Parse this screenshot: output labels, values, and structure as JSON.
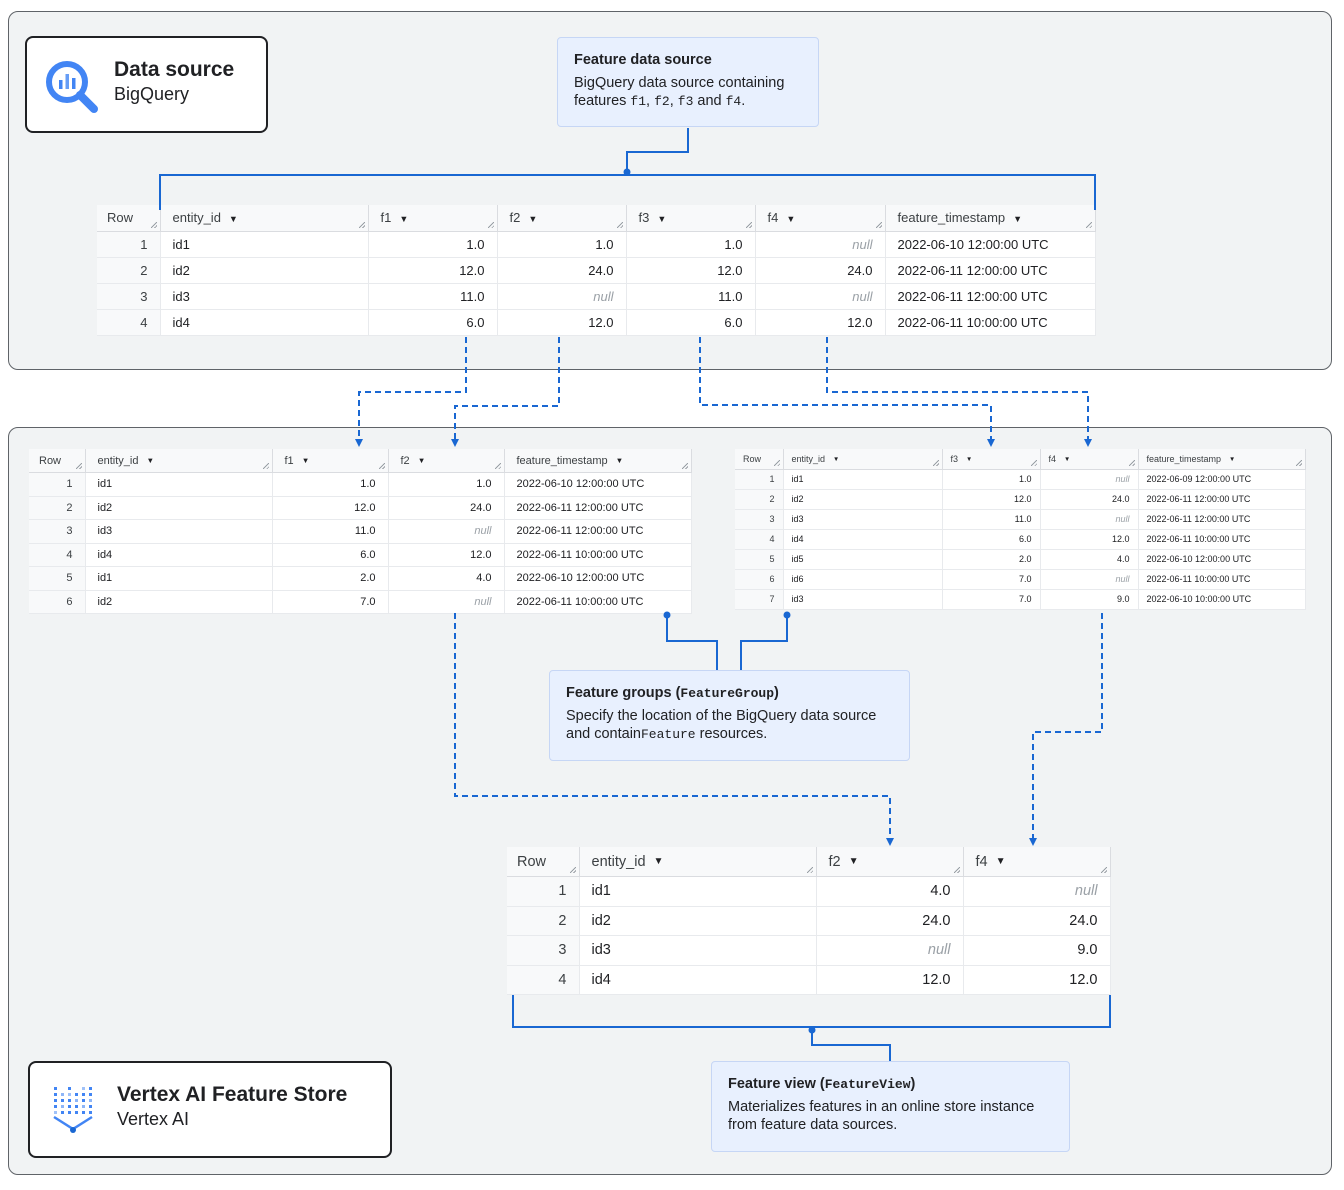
{
  "data_source_card": {
    "title": "Data source",
    "subtitle": "BigQuery",
    "icon": "bigquery-icon"
  },
  "feature_data_source_note": {
    "title": "Feature data source",
    "body_prefix": "BigQuery data source containing features ",
    "f1": "f1",
    "sep1": ", ",
    "f2": "f2",
    "sep2": ", ",
    "f3": "f3",
    "and": " and ",
    "f4": "f4",
    "end": "."
  },
  "source_table": {
    "headers": [
      "Row",
      "entity_id",
      "f1",
      "f2",
      "f3",
      "f4",
      "feature_timestamp"
    ],
    "rows": [
      [
        "1",
        "id1",
        "1.0",
        "1.0",
        "1.0",
        "null",
        "2022-06-10 12:00:00 UTC"
      ],
      [
        "2",
        "id2",
        "12.0",
        "24.0",
        "12.0",
        "24.0",
        "2022-06-11 12:00:00 UTC"
      ],
      [
        "3",
        "id3",
        "11.0",
        "null",
        "11.0",
        "null",
        "2022-06-11 12:00:00 UTC"
      ],
      [
        "4",
        "id4",
        "6.0",
        "12.0",
        "6.0",
        "12.0",
        "2022-06-11 10:00:00 UTC"
      ]
    ]
  },
  "group_table_1": {
    "headers": [
      "Row",
      "entity_id",
      "f1",
      "f2",
      "feature_timestamp"
    ],
    "rows": [
      [
        "1",
        "id1",
        "1.0",
        "1.0",
        "2022-06-10 12:00:00 UTC"
      ],
      [
        "2",
        "id2",
        "12.0",
        "24.0",
        "2022-06-11 12:00:00 UTC"
      ],
      [
        "3",
        "id3",
        "11.0",
        "null",
        "2022-06-11 12:00:00 UTC"
      ],
      [
        "4",
        "id4",
        "6.0",
        "12.0",
        "2022-06-11 10:00:00 UTC"
      ],
      [
        "5",
        "id1",
        "2.0",
        "4.0",
        "2022-06-10 12:00:00 UTC"
      ],
      [
        "6",
        "id2",
        "7.0",
        "null",
        "2022-06-11 10:00:00 UTC"
      ]
    ]
  },
  "group_table_2": {
    "headers": [
      "Row",
      "entity_id",
      "f3",
      "f4",
      "feature_timestamp"
    ],
    "rows": [
      [
        "1",
        "id1",
        "1.0",
        "null",
        "2022-06-09 12:00:00 UTC"
      ],
      [
        "2",
        "id2",
        "12.0",
        "24.0",
        "2022-06-11 12:00:00 UTC"
      ],
      [
        "3",
        "id3",
        "11.0",
        "null",
        "2022-06-11 12:00:00 UTC"
      ],
      [
        "4",
        "id4",
        "6.0",
        "12.0",
        "2022-06-11 10:00:00 UTC"
      ],
      [
        "5",
        "id5",
        "2.0",
        "4.0",
        "2022-06-10 12:00:00 UTC"
      ],
      [
        "6",
        "id6",
        "7.0",
        "null",
        "2022-06-11 10:00:00 UTC"
      ],
      [
        "7",
        "id3",
        "7.0",
        "9.0",
        "2022-06-10 10:00:00 UTC"
      ]
    ]
  },
  "feature_groups_note": {
    "title": "Feature groups (",
    "title_code": "FeatureGroup",
    "title_end": ")",
    "body_prefix": "Specify the location of the BigQuery data source and contain",
    "body_code": "Feature",
    "body_suffix": " resources."
  },
  "view_table": {
    "headers": [
      "Row",
      "entity_id",
      "f2",
      "f4"
    ],
    "rows": [
      [
        "1",
        "id1",
        "4.0",
        "null"
      ],
      [
        "2",
        "id2",
        "24.0",
        "24.0"
      ],
      [
        "3",
        "id3",
        "null",
        "9.0"
      ],
      [
        "4",
        "id4",
        "12.0",
        "12.0"
      ]
    ]
  },
  "feature_view_note": {
    "title": "Feature view (",
    "title_code": "FeatureView",
    "title_end": ")",
    "body": "Materializes features in an online store instance from feature data sources."
  },
  "feature_store_card": {
    "title": "Vertex AI Feature Store",
    "subtitle": "Vertex AI",
    "icon": "vertex-ai-icon"
  },
  "colors": {
    "connector": "#1967d2",
    "note_bg": "#e8f0fe",
    "panel_bg": "#f1f3f4",
    "bigquery_blue": "#4285f4"
  }
}
